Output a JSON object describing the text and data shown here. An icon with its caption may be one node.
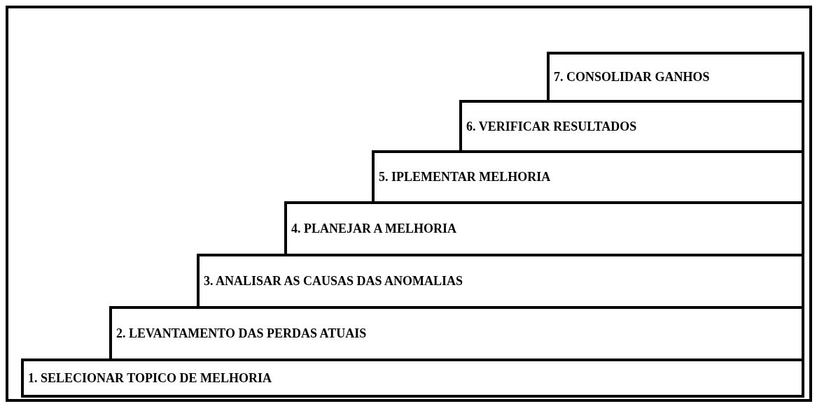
{
  "diagram": {
    "nodes": [
      {
        "text": [
          "1. SELECIONAR TOPICO DE MELHORIA"
        ]
      },
      {
        "text": [
          "2. LEVANTAMENTO DAS PERDAS ATUAIS"
        ]
      },
      {
        "text": [
          "3. ANALISAR AS CAUSAS DAS ANOMALIAS"
        ]
      },
      {
        "text": [
          "4. PLANEJAR A MELHORIA"
        ]
      },
      {
        "text": [
          "5. IPLEMENTAR MELHORIA"
        ]
      },
      {
        "text": [
          "6. VERIFICAR RESULTADOS"
        ]
      },
      {
        "text": [
          "7. CONSOLIDAR GANHOS"
        ]
      }
    ],
    "edges": []
  }
}
